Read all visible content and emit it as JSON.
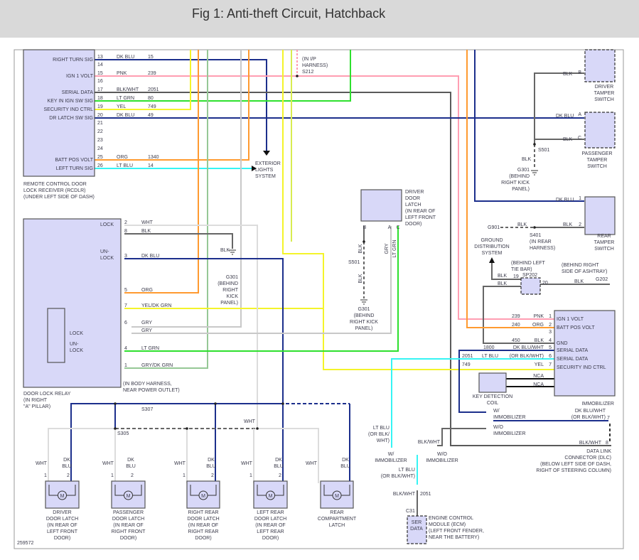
{
  "header": {
    "title": "Fig 1: Anti-theft Circuit, Hatchback"
  },
  "figure_number": "259572",
  "wire_colors": {
    "dk_blu": "#1c2f8c",
    "pnk": "#ff9eb2",
    "blk_wht": "#5a5a5a",
    "lt_grn": "#2ee02e",
    "yel": "#f4f42a",
    "org": "#ff9a30",
    "lt_blu": "#36f4f4",
    "gry": "#c8c8c8",
    "wht": "#dcdcdc",
    "blk": "#666666",
    "component_fill": "#d8d8f8"
  },
  "rcdlr": {
    "name": [
      "REMOTE CONTROL DOOR",
      "LOCK RECEIVER (RCDLR)",
      "(UNDER LEFT SIDE OF DASH)"
    ],
    "pins": [
      {
        "pin": "13",
        "func": "RIGHT TURN SIG",
        "color": "DK BLU",
        "circuit": "15"
      },
      {
        "pin": "14",
        "func": "",
        "color": "",
        "circuit": ""
      },
      {
        "pin": "15",
        "func": "IGN 1 VOLT",
        "color": "PNK",
        "circuit": "239"
      },
      {
        "pin": "16",
        "func": "",
        "color": "",
        "circuit": ""
      },
      {
        "pin": "17",
        "func": "SERIAL DATA",
        "color": "BLK/WHT",
        "circuit": "2051"
      },
      {
        "pin": "18",
        "func": "KEY IN IGN SW SIG",
        "color": "LT GRN",
        "circuit": "80"
      },
      {
        "pin": "19",
        "func": "SECURITY IND CTRL",
        "color": "YEL",
        "circuit": "749"
      },
      {
        "pin": "20",
        "func": "DR LATCH SW SIG",
        "color": "DK BLU",
        "circuit": "49"
      },
      {
        "pin": "21"
      },
      {
        "pin": "22"
      },
      {
        "pin": "23"
      },
      {
        "pin": "24"
      },
      {
        "pin": "25",
        "func": "BATT POS VOLT",
        "color": "ORG",
        "circuit": "1340"
      },
      {
        "pin": "26",
        "func": "LEFT TURN SIG",
        "color": "LT BLU",
        "circuit": "14"
      }
    ]
  },
  "exterior_lights": [
    "EXTERIOR",
    "LIGHTS",
    "SYSTEM"
  ],
  "s212": [
    "(IN I/P",
    "HARNESS)",
    "S212"
  ],
  "door_lock_relay": {
    "name": [
      "DOOR LOCK RELAY",
      "(IN RIGHT",
      "\"A\" PILLAR)"
    ],
    "internal": {
      "lock": "LOCK",
      "un": "UN-",
      "lock2": "LOCK"
    },
    "pins": [
      {
        "pin": "2",
        "label": "LOCK",
        "color": "WHT"
      },
      {
        "pin": "8",
        "color": "BLK"
      },
      {
        "pin": "3",
        "label": "UN-LOCK",
        "color": "DK BLU"
      },
      {
        "pin": "5",
        "color": "ORG"
      },
      {
        "pin": "7",
        "color": "YEL/DK GRN"
      },
      {
        "pin": "6",
        "color": "GRY",
        "color2": "GRY"
      },
      {
        "pin": "4",
        "color": "LT GRN"
      },
      {
        "pin": "1",
        "color": "GRY/DK GRN"
      }
    ]
  },
  "g301_relay": {
    "wire": "BLK",
    "name": [
      "G301",
      "(BEHIND",
      "RIGHT",
      "KICK",
      "PANEL)"
    ]
  },
  "driver_door_latch_sw": {
    "name": [
      "DRIVER",
      "DOOR",
      "LATCH",
      "(IN REAR OF",
      "LEFT FRONT",
      "DOOR)"
    ],
    "pins": [
      "B",
      "A",
      "C"
    ],
    "wires": [
      "BLK",
      "GRY",
      "LT GRN",
      "BLK"
    ],
    "splice": "S501",
    "ground": [
      "G301",
      "(BEHIND",
      "RIGHT KICK",
      "PANEL)"
    ]
  },
  "tamper": {
    "driver": {
      "name": [
        "DRIVER",
        "TAMPER",
        "SWITCH"
      ],
      "pin": "B",
      "wire": "BLK"
    },
    "passenger": {
      "name": [
        "PASSENGER",
        "TAMPER",
        "SWITCH"
      ],
      "pins": [
        "A",
        "C"
      ],
      "wires": [
        "DK BLU",
        "BLK"
      ]
    },
    "s501": "S501",
    "blk": "BLK",
    "g301": [
      "G301",
      "(BEHIND",
      "RIGHT KICK",
      "PANEL)"
    ],
    "rear": {
      "name": [
        "REAR",
        "TAMPER",
        "SWITCH"
      ],
      "pins": [
        "1",
        "2"
      ],
      "wires": [
        "DK BLU",
        "BLK"
      ]
    },
    "g901": "G901",
    "blk2": "BLK",
    "s401": [
      "S401",
      "(IN REAR",
      "HARNESS)"
    ]
  },
  "ground_dist": [
    "GROUND",
    "DISTRIBUTION",
    "SYSTEM"
  ],
  "sp202": {
    "loc": [
      "(BEHIND LEFT",
      "TIE BAR)"
    ],
    "name": "SP202",
    "pins": [
      "19",
      "20"
    ],
    "wires": [
      "BLK",
      "BLK",
      "BLK"
    ]
  },
  "g202": {
    "loc": [
      "(BEHIND RIGHT",
      "SIDE OF ASHTRAY)"
    ],
    "name": "G202"
  },
  "immobilizer": {
    "name": "IMMOBILIZER",
    "pins": [
      {
        "pin": "1",
        "func": "IGN 1 VOLT",
        "color": "PNK",
        "circuit": "239"
      },
      {
        "pin": "2",
        "func": "BATT POS VOLT",
        "color": "ORG",
        "circuit": "240"
      },
      {
        "pin": "3",
        "func": "",
        "color": "",
        "circuit": ""
      },
      {
        "pin": "4",
        "func": "GND",
        "color": "BLK",
        "circuit": "450"
      },
      {
        "pin": "5",
        "func": "SERIAL DATA",
        "color": "DK BLU/WHT",
        "circuit": "1800"
      },
      {
        "pin": "6",
        "func": "SERIAL DATA",
        "color": "(OR BLK/WHT)",
        "color_a": "LT BLU",
        "circuit": "2051"
      },
      {
        "pin": "7",
        "func": "SECURITY IND CTRL",
        "color": "YEL",
        "circuit": "749"
      }
    ],
    "nca": [
      "NCA",
      "NCA"
    ],
    "coil": [
      "KEY DETECTION",
      "COIL"
    ]
  },
  "dlc": {
    "w_immob": [
      "W/",
      "IMMOBILIZER"
    ],
    "wo_immob": [
      "W/O",
      "IMMOBILIZER"
    ],
    "pin7": "7",
    "pin7_wire": [
      "DK BLU/WHT",
      "(OR BLK/WHT)"
    ],
    "pin8": "8",
    "pin8_wire": "BLK/WHT",
    "name": [
      "DATA LINK",
      "CONNECTOR (DLC)",
      "(BELOW LEFT SIDE OF DASH,",
      "RIGHT OF STEERING COLUMN)"
    ]
  },
  "ecm": {
    "lt_blu_a": [
      "LT BLU",
      "(OR BLK/",
      "WHT)"
    ],
    "blk_wht": "BLK/WHT",
    "w_immob": [
      "W/",
      "IMMOBILIZER"
    ],
    "wo_immob": [
      "W/O",
      "IMMOBILIZER"
    ],
    "lt_blu_b": [
      "LT BLU",
      "(OR BLK/WHT)"
    ],
    "wire": "BLK/WHT",
    "circuit": "2051",
    "conn": "C31",
    "pin": [
      "SER",
      "DATA"
    ],
    "name": [
      "ENGINE CONTROL",
      "MODULE (ECM)",
      "(LEFT FRONT FENDER,",
      "NEAR THE BATTERY)"
    ]
  },
  "splices": {
    "loc": [
      "(IN BODY HARNESS,",
      "NEAR POWER OUTLET)"
    ],
    "s307": "S307",
    "s305": "S305",
    "wht": "WHT"
  },
  "latches": [
    {
      "name": [
        "DRIVER",
        "DOOR LATCH",
        "(IN REAR OF",
        "LEFT FRONT",
        "DOOR)"
      ],
      "w1": "WHT",
      "w2": [
        "DK",
        "BLU"
      ],
      "p1": "1",
      "p2": "2"
    },
    {
      "name": [
        "PASSENGER",
        "DOOR LATCH",
        "(IN REAR OF",
        "RIGHT FRONT",
        "DOOR)"
      ],
      "w1": "WHT",
      "w2": [
        "DK",
        "BLU"
      ],
      "p1": "1",
      "p2": "2"
    },
    {
      "name": [
        "RIGHT REAR",
        "DOOR LATCH",
        "(IN REAR OF",
        "RIGHT REAR",
        "DOOR)"
      ],
      "w1": "WHT",
      "w2": [
        "DK",
        "BLU"
      ],
      "p1": "1",
      "p2": "2"
    },
    {
      "name": [
        "LEFT REAR",
        "DOOR LATCH",
        "(IN REAR OF",
        "LEFT REAR",
        "DOOR)"
      ],
      "w1": "WHT",
      "w2": [
        "DK",
        "BLU"
      ],
      "p1": "1",
      "p2": "2"
    },
    {
      "name": [
        "REAR",
        "COMPARTMENT",
        "LATCH"
      ],
      "w1": "WHT",
      "w2": [
        "DK",
        "BLU"
      ],
      "p1": "",
      "p2": ""
    }
  ],
  "motor_symbol": "M"
}
